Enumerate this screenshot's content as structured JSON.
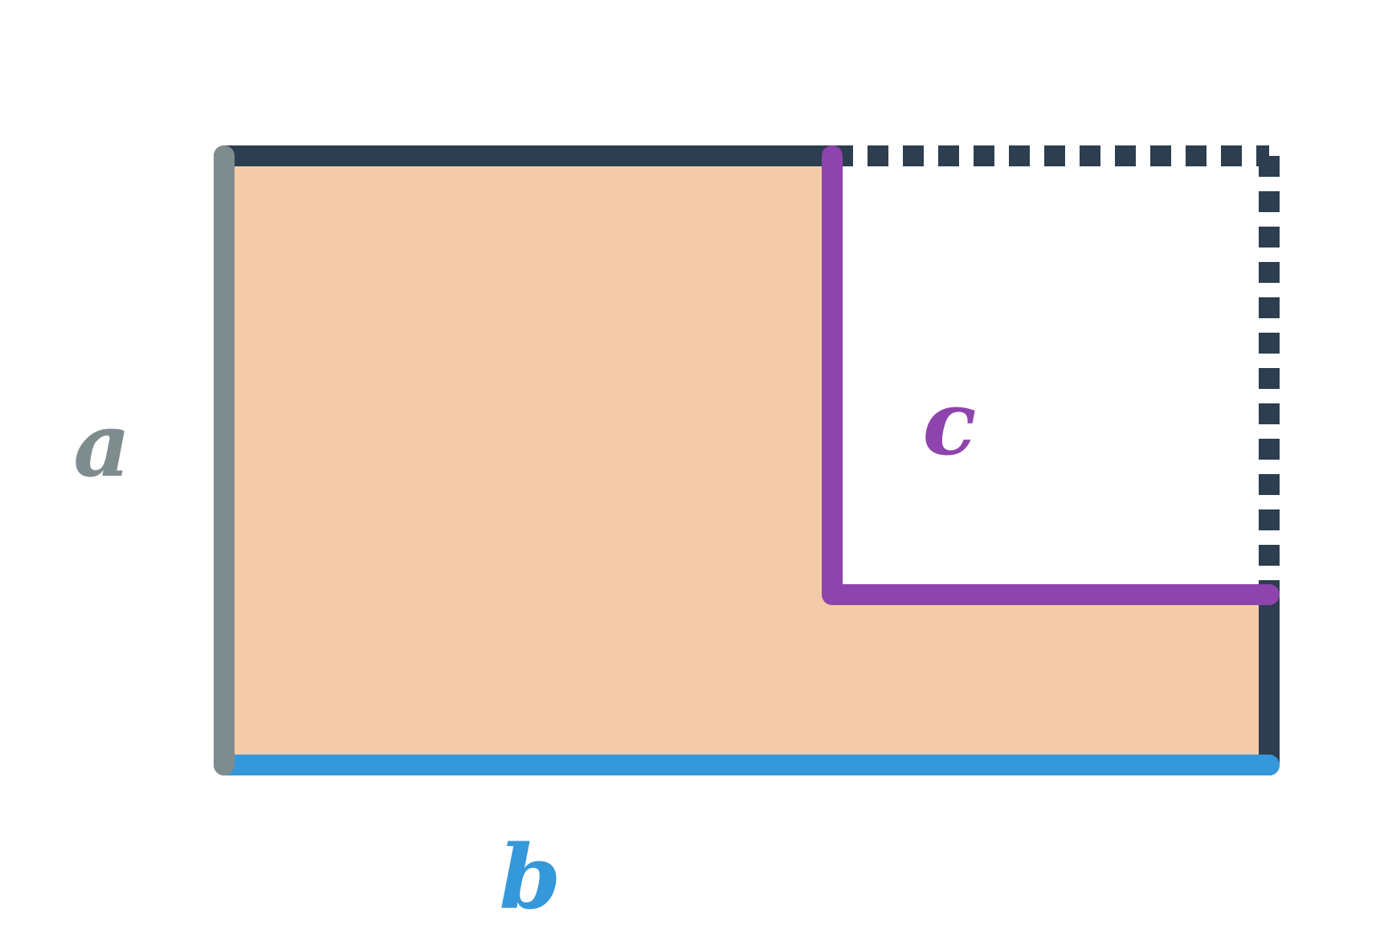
{
  "labels": {
    "a": "a",
    "b": "b",
    "c": "c"
  },
  "colors": {
    "background": "#ffffff",
    "fill": "#f4cba8",
    "top_edge": "#2c3e50",
    "dashed_edge": "#2c3e50",
    "right_edge": "#2c3e50",
    "side_a": "#7f8c8d",
    "side_b": "#3498db",
    "cut_c": "#8e44ad"
  }
}
